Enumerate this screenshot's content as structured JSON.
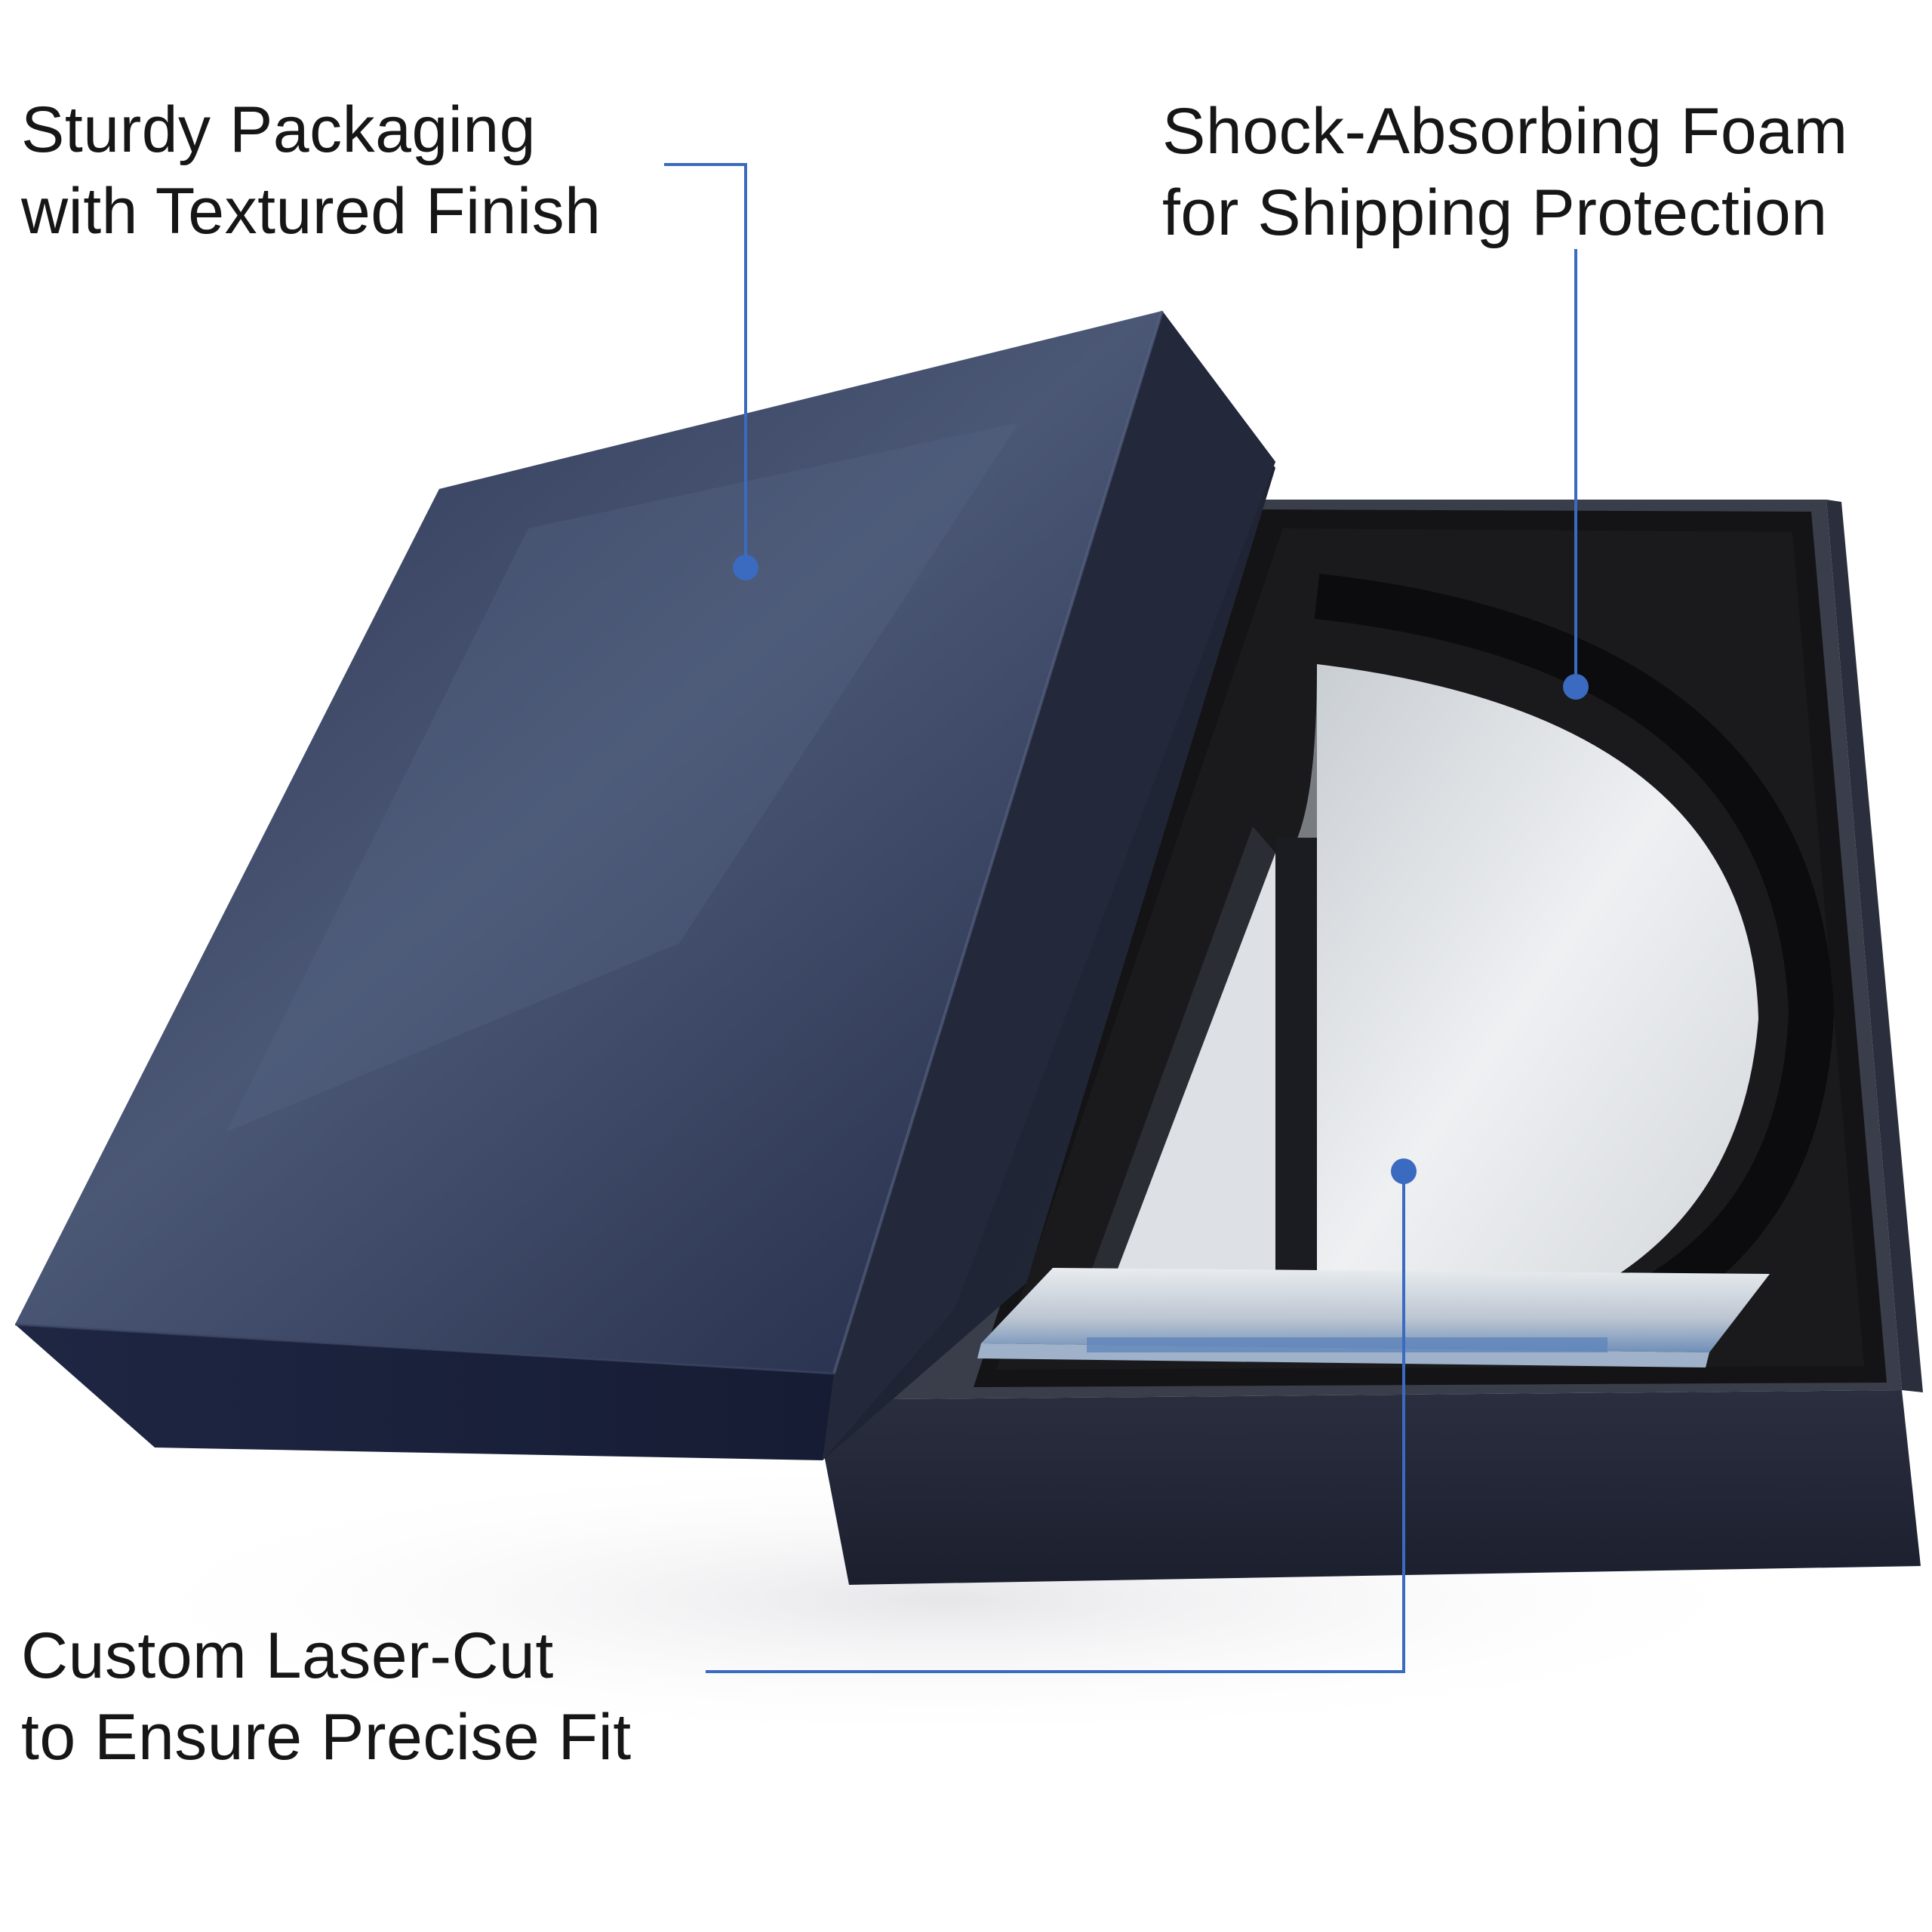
{
  "callouts": {
    "packaging": {
      "line1": "Sturdy Packaging",
      "line2": "with Textured Finish"
    },
    "foam": {
      "line1": "Shock-Absorbing Foam",
      "line2": "for Shipping Protection"
    },
    "laser_cut": {
      "line1": "Custom Laser-Cut",
      "line2": "to Ensure Precise Fit"
    }
  },
  "colors": {
    "leader_line": "#3a6bc1",
    "box_navy": "#1c2238",
    "foam_black": "#151517",
    "glass": "#e4e7ea",
    "text": "#161616",
    "background": "#ffffff"
  }
}
